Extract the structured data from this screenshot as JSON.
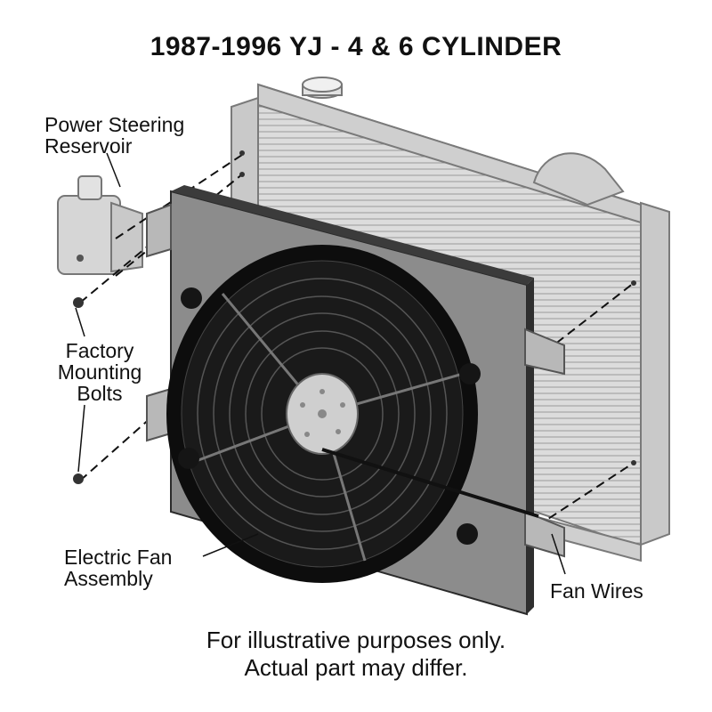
{
  "title": "1987-1996 YJ - 4 & 6 CYLINDER",
  "labels": {
    "power_steering_line1": "Power Steering",
    "power_steering_line2": "Reservoir",
    "bolts_line1": "Factory",
    "bolts_line2": "Mounting",
    "bolts_line3": "Bolts",
    "fan_line1": "Electric Fan",
    "fan_line2": "Assembly",
    "fan_wires": "Fan Wires"
  },
  "footer": {
    "line1": "For illustrative purposes only.",
    "line2": "Actual part may differ."
  },
  "colors": {
    "radiator": "#d7d7d7",
    "radiator_edge": "#8a8a8a",
    "shroud": "#8c8c8c",
    "fan": "#111111",
    "hub": "#cfcfcf"
  }
}
